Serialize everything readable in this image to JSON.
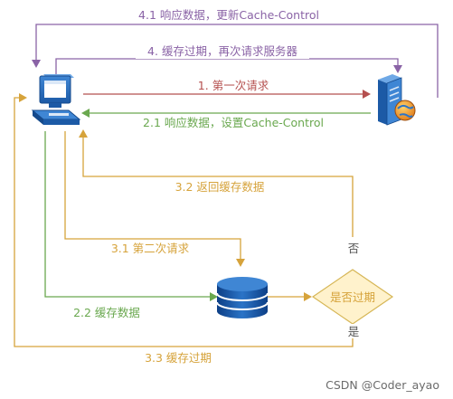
{
  "labels": {
    "step_4_1": "4.1 响应数据，更新Cache-Control",
    "step_4": "4. 缓存过期，再次请求服务器",
    "step_1": "1. 第一次请求",
    "step_2_1": "2.1 响应数据，设置Cache-Control",
    "step_3_2": "3.2 返回缓存数据",
    "step_3_1": "3.1 第二次请求",
    "step_2_2": "2.2 缓存数据",
    "step_3_3": "3.3 缓存过期",
    "decision": "是否过期",
    "branch_no": "否",
    "branch_yes": "是"
  },
  "watermark": "CSDN @Coder_ayao",
  "colors": {
    "purple": "#8a63a6",
    "red": "#b5504f",
    "green": "#6aa84f",
    "orange": "#d6a33b",
    "decision_fill": "#fff2cc",
    "decision_stroke": "#d6b656",
    "database": "#1d5aa8"
  },
  "icons": {
    "client": "computer-icon",
    "server": "server-icon",
    "cache": "database-icon"
  }
}
